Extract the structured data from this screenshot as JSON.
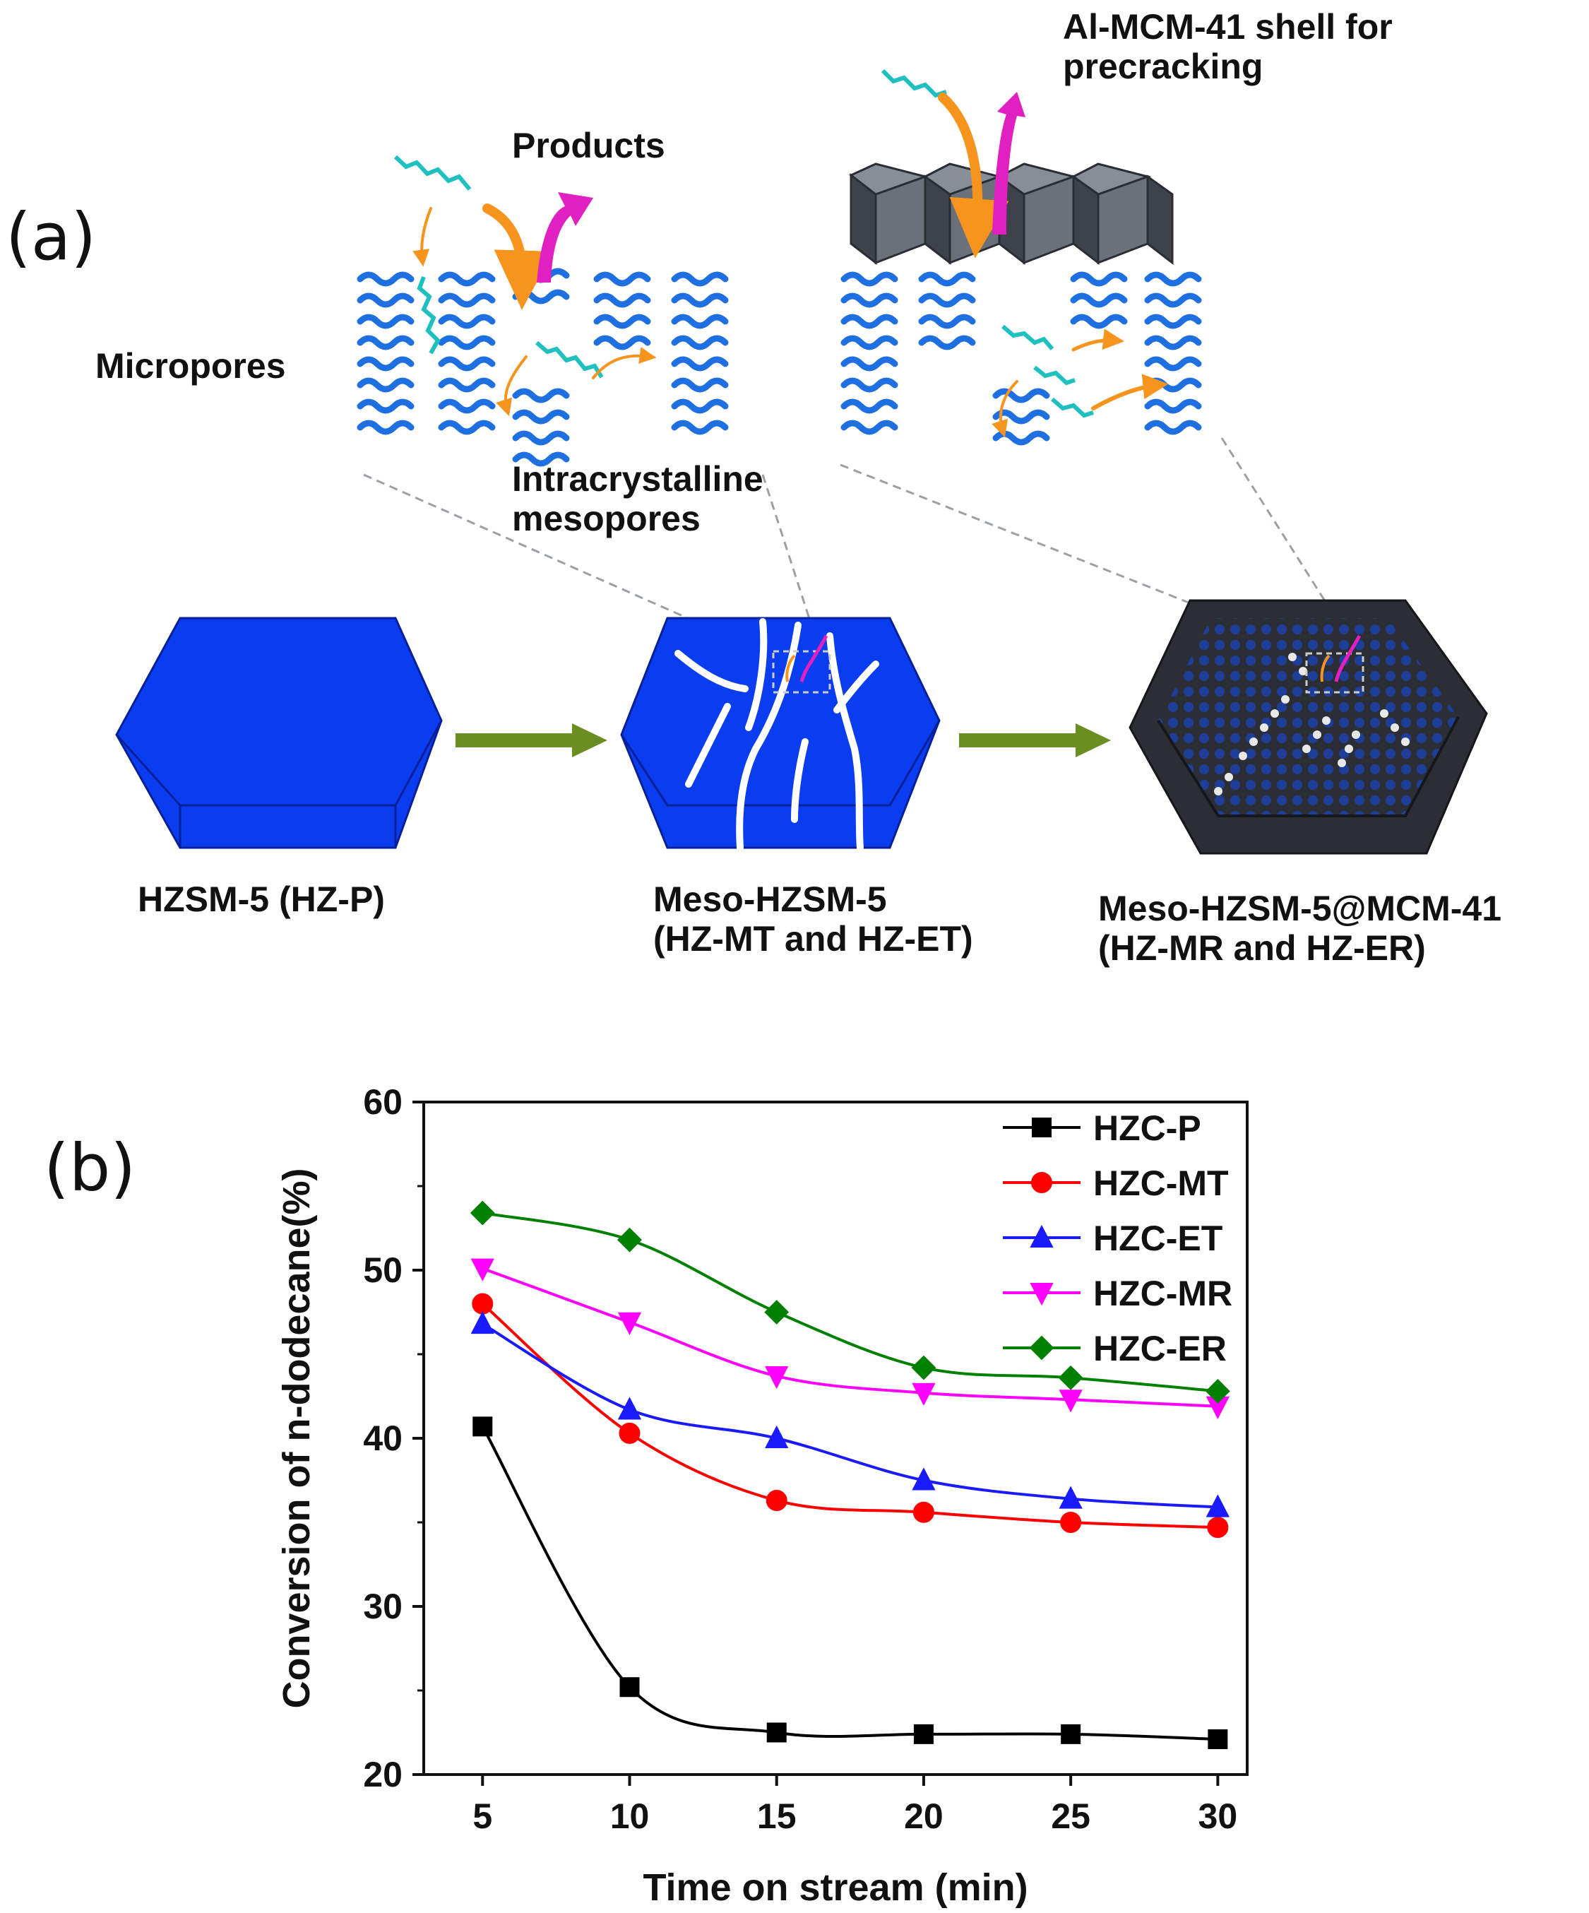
{
  "panel_a": {
    "panel_label": "(a)",
    "labels": {
      "shell": "Al-MCM-41 shell for\nprecracking",
      "products": "Products",
      "micropores": "Micropores",
      "mesopores": "Intracrystalline\nmesopores",
      "hzp": "HZSM-5 (HZ-P)",
      "meso": "Meso-HZSM-5\n(HZ-MT and HZ-ET)",
      "mesomcm": "Meso-HZSM-5@MCM-41\n(HZ-MR and HZ-ER)"
    },
    "colors": {
      "crystal_blue": "#0a3cf0",
      "arrow_green": "#6b8e23",
      "arrow_orange": "#f7941d",
      "arrow_magenta": "#e020c0",
      "micropore_blue": "#1e6fe0",
      "molecule_cyan": "#20c0c0",
      "shell_gray": "#4a4f57"
    }
  },
  "panel_b": {
    "panel_label": "(b)"
  },
  "chart_data": {
    "type": "line",
    "xlabel": "Time on stream (min)",
    "ylabel": "Conversion of n-dodecane(%)",
    "xlim": [
      3,
      31
    ],
    "ylim": [
      20,
      60
    ],
    "xticks": [
      "5",
      "10",
      "15",
      "20",
      "25",
      "30"
    ],
    "yticks": [
      "20",
      "30",
      "40",
      "50",
      "60"
    ],
    "x": [
      5,
      10,
      15,
      20,
      25,
      30
    ],
    "legend_position": "top-right",
    "grid": false,
    "series": [
      {
        "name": "HZC-P",
        "color": "#000000",
        "marker": "square",
        "values": [
          40.7,
          25.2,
          22.5,
          22.4,
          22.4,
          22.1
        ]
      },
      {
        "name": "HZC-MT",
        "color": "#ff0000",
        "marker": "circle",
        "values": [
          48.0,
          40.3,
          36.3,
          35.6,
          35.0,
          34.7
        ]
      },
      {
        "name": "HZC-ET",
        "color": "#1a1aff",
        "marker": "triangle-up",
        "values": [
          46.8,
          41.7,
          40.0,
          37.5,
          36.4,
          35.9
        ]
      },
      {
        "name": "HZC-MR",
        "color": "#ff00ff",
        "marker": "triangle-down",
        "values": [
          50.1,
          46.9,
          43.7,
          42.7,
          42.3,
          41.9
        ]
      },
      {
        "name": "HZC-ER",
        "color": "#008000",
        "marker": "diamond",
        "values": [
          53.4,
          51.8,
          47.5,
          44.2,
          43.6,
          42.8
        ]
      }
    ]
  }
}
